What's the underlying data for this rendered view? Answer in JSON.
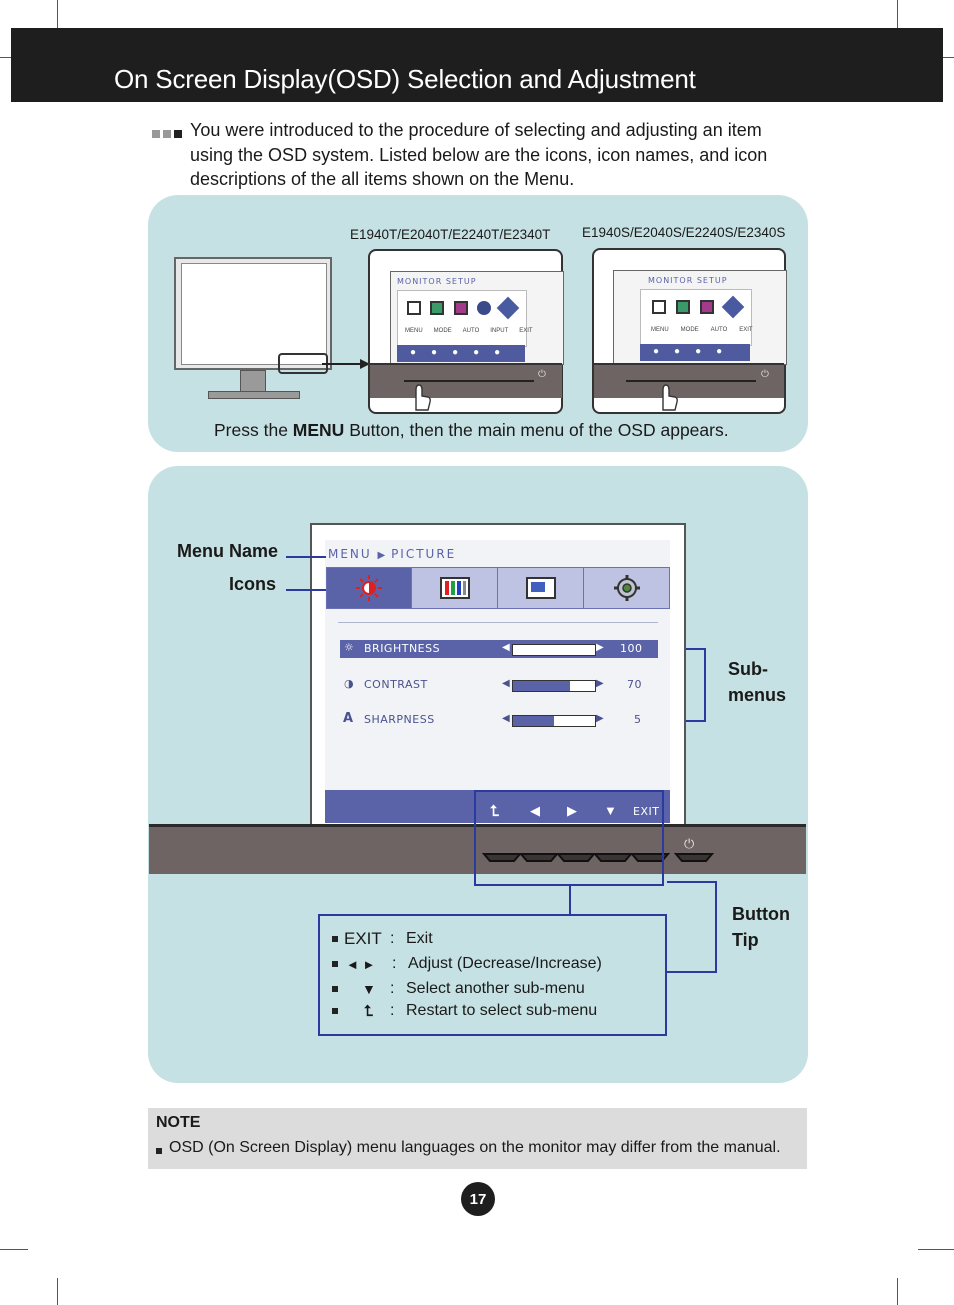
{
  "header": {
    "title": "On Screen Display(OSD) Selection and Adjustment"
  },
  "intro": "You were introduced to the procedure of selecting and adjusting an item using the OSD system. Listed below are the icons, icon names, and icon descriptions of the all items shown on the Menu.",
  "panel1": {
    "model_t": "E1940T/E2040T/E2240T/E2340T",
    "model_s": "E1940S/E2040S/E2240S/E2340S",
    "mini_title": "MONITOR SETUP",
    "mini_labels_t": [
      "MENU",
      "MODE",
      "AUTO",
      "INPUT",
      "EXIT"
    ],
    "mini_labels_s": [
      "MENU",
      "MODE",
      "AUTO",
      "EXIT"
    ],
    "press_pre": "Press the ",
    "press_bold": "MENU",
    "press_post": " Button, then the main menu of the OSD appears."
  },
  "osd": {
    "breadcrumb_menu": "MENU",
    "breadcrumb_page": "PICTURE",
    "icons": [
      "brightness-icon",
      "color-bars-icon",
      "display-icon",
      "gear-icon"
    ],
    "submenus": [
      {
        "icon": "sun-icon",
        "label": "BRIGHTNESS",
        "value": "100",
        "level": 1.0
      },
      {
        "icon": "contrast-icon",
        "label": "CONTRAST",
        "value": "70",
        "level": 0.7
      },
      {
        "icon": "sharpness-icon",
        "label": "SHARPNESS",
        "value": "5",
        "level": 0.5
      }
    ],
    "exit_label": "EXIT"
  },
  "labels": {
    "menu_name": "Menu Name",
    "icons": "Icons",
    "sub_menus_1": "Sub-",
    "sub_menus_2": "menus",
    "button_tip_1": "Button",
    "button_tip_2": "Tip"
  },
  "legend": [
    {
      "key": "EXIT",
      "desc": "Exit"
    },
    {
      "key": "◄ ►",
      "desc": "Adjust (Decrease/Increase)"
    },
    {
      "key": "▼",
      "desc": "Select another sub-menu"
    },
    {
      "key": "return-arrow-icon",
      "desc": "Restart to select sub-menu"
    }
  ],
  "legend_sep": ":",
  "note": {
    "title": "NOTE",
    "text": "OSD (On Screen Display) menu languages on the monitor may differ from the manual."
  },
  "page_number": "17",
  "colors": {
    "panel_bg": "#c6e1e3",
    "header_bg": "#1e1e1e",
    "osd_accent": "#5a63a8",
    "callout_line": "#2a3a9e"
  }
}
